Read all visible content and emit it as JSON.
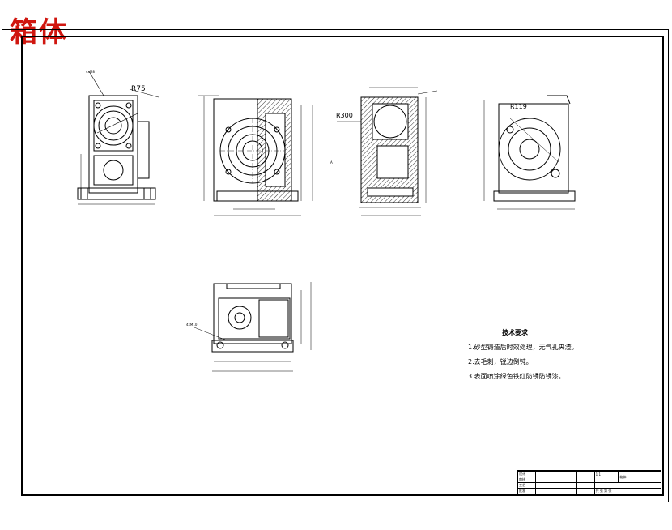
{
  "heading": "箱体",
  "views": {
    "view1": {
      "label_radius": "R75",
      "label_hole": "4xM8"
    },
    "view3": {
      "label_radius": "R300",
      "label_section": "A"
    },
    "view4": {
      "label_radius": "R119"
    },
    "view5": {
      "label_hole": "4xM10"
    }
  },
  "technical_requirements": {
    "title": "技术要求",
    "items": [
      "1.砂型铸造后时效处理，无气孔夹渣。",
      "2.去毛刺，锐边倒钝。",
      "3.表面喷涂绿色铁红防锈防锈漆。"
    ]
  },
  "title_block": {
    "scale": "1:1",
    "drawing_name": "箱体",
    "rows": [
      "设计",
      "审核",
      "工艺",
      "批准"
    ],
    "stage": "共 张 第 张"
  }
}
